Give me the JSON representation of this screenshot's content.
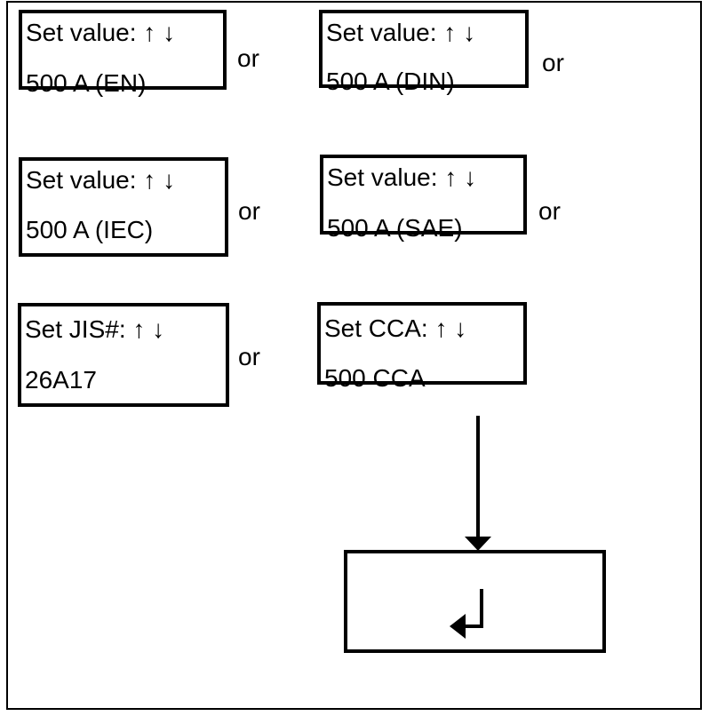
{
  "displays": [
    {
      "id": "en",
      "line1": "Set value: ↑ ↓",
      "line2": "500 A (EN)"
    },
    {
      "id": "din",
      "line1": "Set value: ↑ ↓",
      "line2": "500 A (DIN)"
    },
    {
      "id": "iec",
      "line1": "Set value: ↑ ↓",
      "line2": "500 A (IEC)"
    },
    {
      "id": "sae",
      "line1": "Set value: ↑ ↓",
      "line2": "500 A (SAE)"
    },
    {
      "id": "jis",
      "line1": "Set JIS#: ↑ ↓",
      "line2": "26A17"
    },
    {
      "id": "cca",
      "line1": "Set CCA: ↑ ↓",
      "line2": "500 CCA"
    }
  ],
  "or_labels": [
    "or",
    "or",
    "or",
    "or",
    "or"
  ],
  "icons": {
    "up_arrow": "↑",
    "down_arrow": "↓",
    "flow_down_arrow": "↓",
    "enter_arrow": "↵"
  },
  "colors": {
    "line": "#000000",
    "text": "#000000",
    "background": "#ffffff"
  }
}
